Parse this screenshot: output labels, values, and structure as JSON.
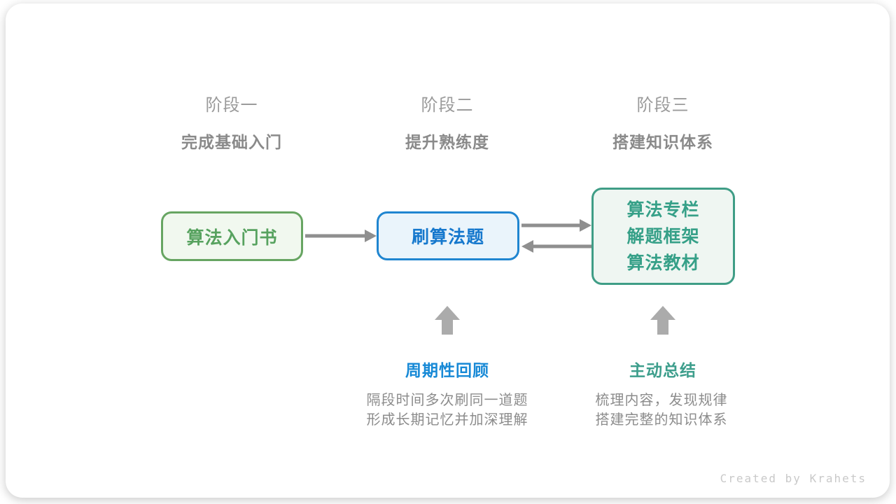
{
  "diagram": {
    "stages": [
      {
        "label": "阶段一",
        "subtitle": "完成基础入门"
      },
      {
        "label": "阶段二",
        "subtitle": "提升熟练度"
      },
      {
        "label": "阶段三",
        "subtitle": "搭建知识体系"
      }
    ],
    "nodes": {
      "intro_book": {
        "label": "算法入门书",
        "text_color": "#57a25f",
        "border_color": "#67a562",
        "bg_color": "#f1f8ef"
      },
      "practice": {
        "label": "刷算法题",
        "text_color": "#1678cd",
        "border_color": "#1f85d0",
        "bg_color": "#eaf4fb"
      },
      "resources": {
        "lines": [
          "算法专栏",
          "解题框架",
          "算法教材"
        ],
        "text_color": "#36a088",
        "border_color": "#3f9d86",
        "bg_color": "#eff6f2"
      }
    },
    "annotations": {
      "review": {
        "title": "周期性回顾",
        "title_color": "#1789d6",
        "lines": [
          "隔段时间多次刷同一道题",
          "形成长期记忆并加深理解"
        ]
      },
      "summary": {
        "title": "主动总结",
        "title_color": "#3d9e8c",
        "lines": [
          "梳理内容，发现规律",
          "搭建完整的知识体系"
        ]
      }
    },
    "connector_color": "#8f8f8f",
    "block_arrow_color": "#ababab",
    "credit": "Created by Krahets"
  }
}
